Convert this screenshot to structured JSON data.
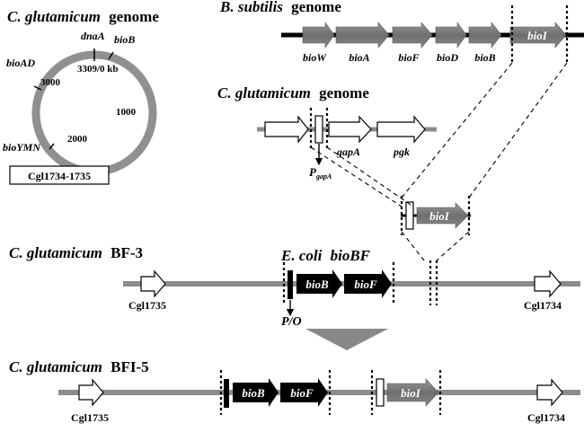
{
  "titles": {
    "cg_genome_species": "C. glutamicum",
    "cg_genome_word": "genome",
    "bs_genome_species": "B. subtilis",
    "bs_genome_word": "genome",
    "cg_genome2_species": "C. glutamicum",
    "cg_genome2_word": "genome",
    "bf3_species": "C. glutamicum",
    "bf3_strain": "BF-3",
    "bfi5_species": "C. glutamicum",
    "bfi5_strain": "BFI-5",
    "ecoli_species": "E. coli",
    "ecoli_genes": "bioBF"
  },
  "circle_map": {
    "labels": {
      "dnaA": "dnaA",
      "bioB": "bioB",
      "bioAD": "bioAD",
      "bioYMN": "bioYMN",
      "origin": "3309/0 kb",
      "k3000": "3000",
      "k2000": "2000",
      "k1000": "1000"
    },
    "locus_box": "Cgl1734-1735"
  },
  "b_subtilis_genes": [
    "bioW",
    "bioA",
    "bioF",
    "bioD",
    "bioB",
    "bioI"
  ],
  "c_glutamicum_genes": [
    "gapA",
    "pgk"
  ],
  "promoter": {
    "main": "P",
    "sub": "gapA"
  },
  "fusion_gene": "bioI",
  "bf3": {
    "genes": [
      "bioB",
      "bioF"
    ],
    "po_label": "P/O",
    "left_locus": "Cgl1735",
    "right_locus": "Cgl1734"
  },
  "bfi5": {
    "genes": [
      "bioB",
      "bioF"
    ],
    "insert_gene": "bioI",
    "left_locus": "Cgl1735",
    "right_locus": "Cgl1734"
  },
  "colors": {
    "dark_gene": "#000000",
    "grey_gene": "#7a7a7a",
    "backbone": "#8c8c8c",
    "circle": "#909090"
  }
}
